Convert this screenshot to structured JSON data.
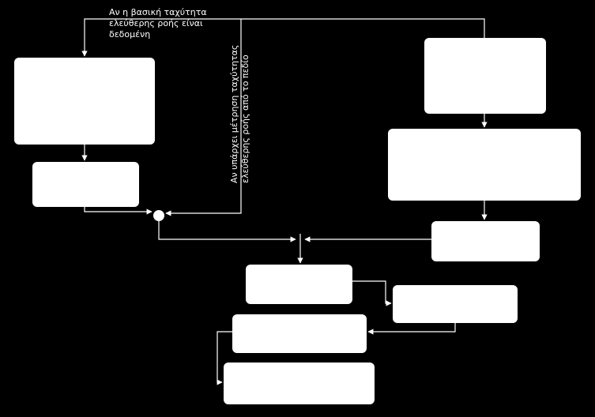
{
  "colors": {
    "background": "#000000",
    "box_fill": "#ffffff",
    "line": "#ffffff",
    "text": "#ffffff"
  },
  "boxes": [
    {
      "id": "box-top-left",
      "label": ""
    },
    {
      "id": "box-left-small",
      "label": ""
    },
    {
      "id": "box-top-right",
      "label": ""
    },
    {
      "id": "box-right-large",
      "label": ""
    },
    {
      "id": "box-right-small",
      "label": ""
    },
    {
      "id": "box-center",
      "label": ""
    },
    {
      "id": "box-center-right",
      "label": ""
    },
    {
      "id": "box-lower-center",
      "label": ""
    },
    {
      "id": "box-bottom",
      "label": ""
    }
  ],
  "annotations": {
    "top_label": {
      "lines": [
        "Αν η βασική ταχύτητα",
        "ελεύθερης ροής είναι",
        "δεδομένη"
      ]
    },
    "vertical_label": {
      "lines": [
        "Αν υπάρχει μέτρηση ταχύτητας",
        "ελεύθερης ροής από το πεδίο"
      ]
    }
  }
}
